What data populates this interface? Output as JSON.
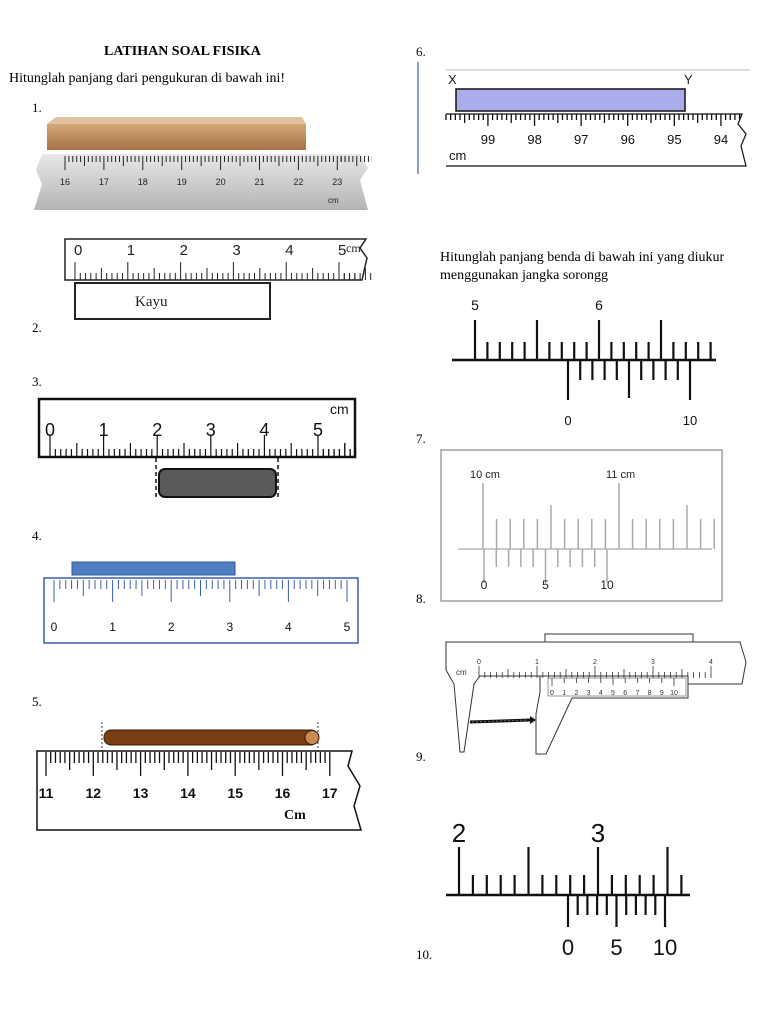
{
  "title": "LATIHAN SOAL FISIKA",
  "instruction_1": "Hitunglah panjang dari pengukuran di bawah ini!",
  "instruction_2": "Hitunglah panjang benda di bawah ini yang diukur menggunakan jangka sorongg",
  "numbers": [
    "1.",
    "2.",
    "3.",
    "4.",
    "5.",
    "6.",
    "7.",
    "8.",
    "9.",
    "10."
  ],
  "fig1": {
    "labels": [
      "16",
      "17",
      "18",
      "19",
      "20",
      "21",
      "22",
      "23"
    ],
    "unit": "cm"
  },
  "fig2": {
    "labels": [
      "0",
      "1",
      "2",
      "3",
      "4",
      "5"
    ],
    "unit": "cm",
    "object": "Kayu"
  },
  "fig3": {
    "labels": [
      "0",
      "1",
      "2",
      "3",
      "4",
      "5"
    ],
    "unit": "cm"
  },
  "fig4": {
    "labels": [
      "0",
      "1",
      "2",
      "3",
      "4",
      "5"
    ]
  },
  "fig5": {
    "labels": [
      "11",
      "12",
      "13",
      "14",
      "15",
      "16",
      "17"
    ],
    "unit": "Cm"
  },
  "fig6": {
    "labels": [
      "99",
      "98",
      "97",
      "96",
      "95",
      "94"
    ],
    "unit": "cm",
    "left": "X",
    "right": "Y"
  },
  "fig7": {
    "main": [
      "5",
      "6"
    ],
    "vernier": [
      "0",
      "10"
    ]
  },
  "fig8": {
    "main": [
      "10 cm",
      "11 cm"
    ],
    "vernier": [
      "0",
      "5",
      "10"
    ]
  },
  "fig9": {
    "main": [
      "0",
      "1",
      "2",
      "3",
      "4"
    ],
    "unit": "cm",
    "vernier": [
      "0",
      "1",
      "2",
      "3",
      "4",
      "5",
      "6",
      "7",
      "8",
      "9",
      "10"
    ]
  },
  "fig10": {
    "main": [
      "2",
      "3"
    ],
    "vernier": [
      "0",
      "5",
      "10"
    ]
  },
  "colors": {
    "wood": "#b8885a",
    "rod": "#7a3d14",
    "blue_bar": "#4f7fc0",
    "lavender": "#a9aeea",
    "gray_block": "#5a5a5a",
    "ruler_gray": "#c8c8c8"
  }
}
